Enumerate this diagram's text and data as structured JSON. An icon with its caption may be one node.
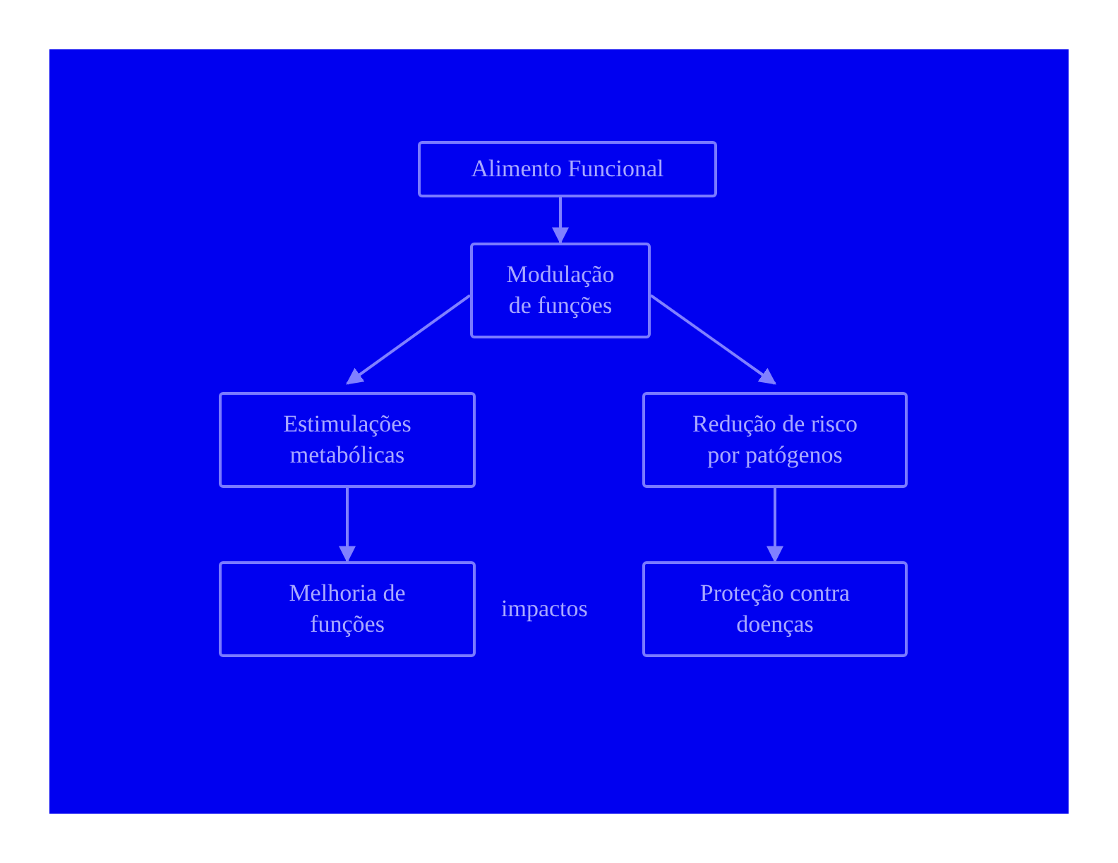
{
  "diagram": {
    "nodes": [
      {
        "text": [
          "Alimento Funcional"
        ]
      },
      {
        "text": [
          "Modulação de funções"
        ]
      },
      {
        "text": [
          "Estimulações metabólicas"
        ]
      },
      {
        "text": [
          "Redução de risco por patógenos"
        ]
      },
      {
        "text": [
          "Melhoria de funções"
        ]
      },
      {
        "text": [
          "Proteção contra doenças"
        ]
      }
    ],
    "edges": [
      {
        "from": 0,
        "to": 1,
        "arrow": "to"
      },
      {
        "from": 1,
        "to": 2,
        "arrow": "to"
      },
      {
        "from": 1,
        "to": 3,
        "arrow": "to"
      },
      {
        "from": 2,
        "to": 4,
        "arrow": "to"
      },
      {
        "from": 3,
        "to": 5,
        "arrow": "to"
      }
    ],
    "labels": [
      "impactos"
    ]
  }
}
